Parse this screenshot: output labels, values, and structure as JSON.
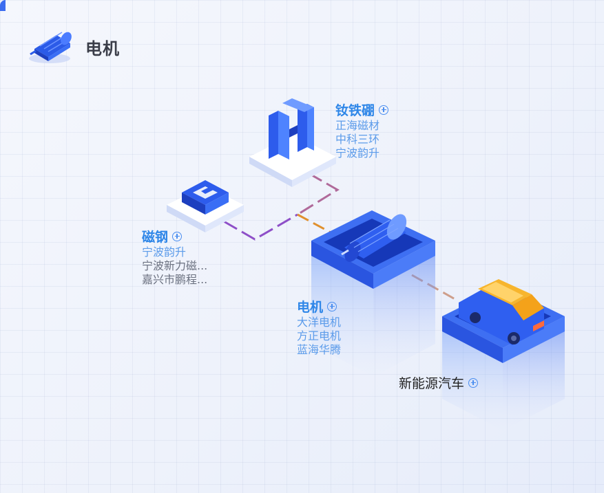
{
  "header": {
    "title": "电机",
    "icon": "motor-icon"
  },
  "nodes": {
    "ndfeb": {
      "title": "钕铁硼",
      "companies": [
        "正海磁材",
        "中科三环",
        "宁波韵升"
      ]
    },
    "magnet_steel": {
      "title": "磁钢",
      "companies": [
        "宁波韵升",
        "宁波新力磁...",
        "嘉兴市鹏程..."
      ]
    },
    "motor": {
      "title": "电机",
      "companies": [
        "大洋电机",
        "方正电机",
        "蓝海华腾"
      ]
    },
    "nev": {
      "title": "新能源汽车",
      "companies": []
    }
  },
  "colors": {
    "accent": "#2e86e8",
    "company": "#5b9bea",
    "company_muted": "#6b7180",
    "block": "#2f5ff0"
  }
}
